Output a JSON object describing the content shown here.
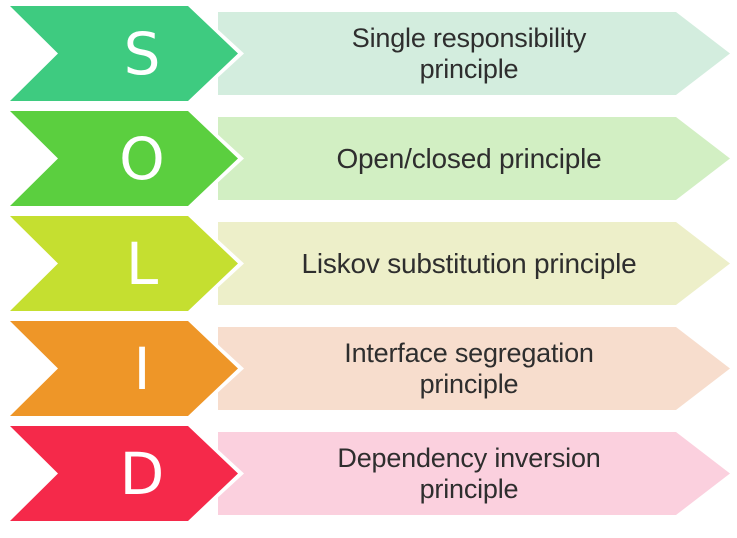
{
  "diagram": {
    "title": "SOLID principles",
    "acronym": "SOLID",
    "text_color": "#2e2e2e",
    "background": "#ffffff",
    "rows": [
      {
        "letter": "S",
        "label": "Single responsibility\nprinciple",
        "lines": 2,
        "accent_color": "#3ECB80",
        "banner_color": "#D3EDDE"
      },
      {
        "letter": "O",
        "label": "Open/closed principle",
        "lines": 1,
        "accent_color": "#5BCF3F",
        "banner_color": "#D2EFC3"
      },
      {
        "letter": "L",
        "label": "Liskov substitution principle",
        "lines": 1,
        "accent_color": "#C5DF30",
        "banner_color": "#EDEFC9"
      },
      {
        "letter": "I",
        "label": "Interface segregation\nprinciple",
        "lines": 2,
        "accent_color": "#EE9628",
        "banner_color": "#F7DDCD"
      },
      {
        "letter": "D",
        "label": "Dependency inversion\nprinciple",
        "lines": 2,
        "accent_color": "#F5294A",
        "banner_color": "#FBD0DE"
      }
    ]
  }
}
